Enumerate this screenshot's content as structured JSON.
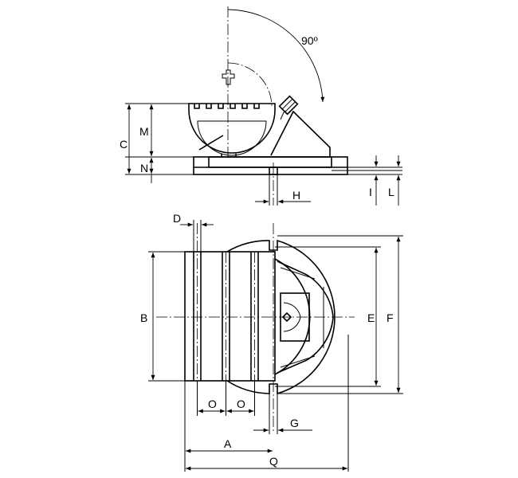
{
  "angle_label": "90º",
  "dimensions": {
    "C": "C",
    "M": "M",
    "N": "N",
    "H": "H",
    "I": "I",
    "L": "L",
    "D": "D",
    "B": "B",
    "E": "E",
    "F": "F",
    "O": "O",
    "G": "G",
    "A": "A",
    "Q": "Q"
  }
}
